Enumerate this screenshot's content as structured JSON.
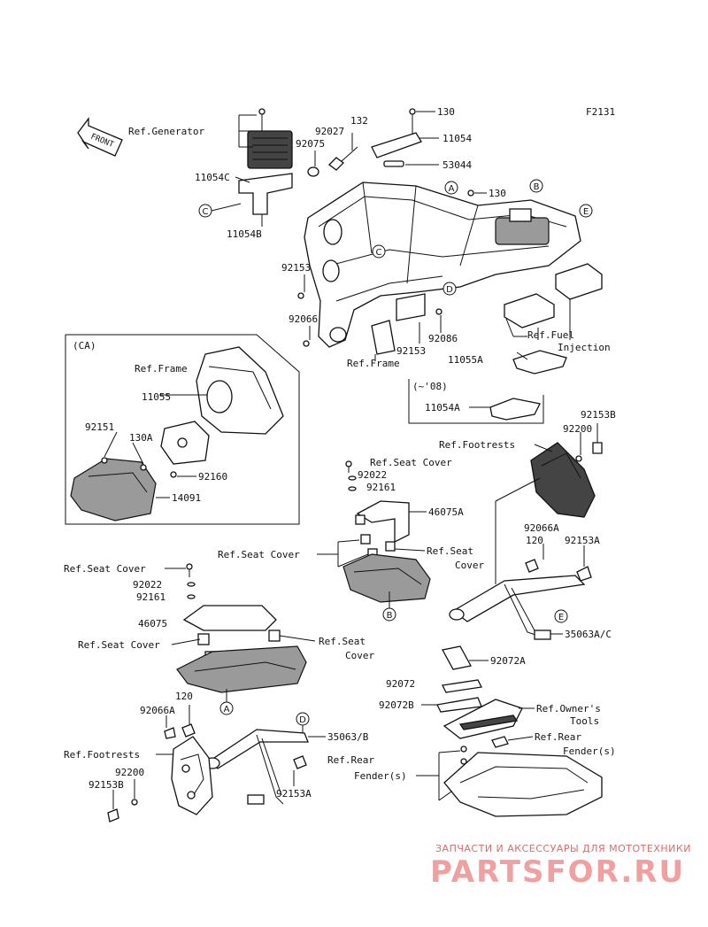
{
  "figure_code": "F2131",
  "front_label": "FRONT",
  "inset": {
    "label": "(CA)"
  },
  "sub_label": "(~'08)",
  "watermark": {
    "top_line": "ЗАПЧАСТИ И АКСЕССУАРЫ ДЛЯ МОТОТЕХНИКИ",
    "logo": "PARTSFOR.RU"
  },
  "callouts": {
    "130_top": "130",
    "132": "132",
    "92027": "92027",
    "92075": "92075",
    "11054": "11054",
    "53044": "53044",
    "ref_generator": "Ref.Generator",
    "11054c": "11054C",
    "11054b": "11054B",
    "130_mid": "130",
    "92153_a": "92153",
    "92066": "92066",
    "92153_b": "92153",
    "ref_frame_1": "Ref.Frame",
    "92086": "92086",
    "11055a": "11055A",
    "ref_fuel_1": "Ref.Fuel",
    "ref_fuel_2": "Injection",
    "ref_frame_2": "Ref.Frame",
    "11055": "11055",
    "92151": "92151",
    "130a": "130A",
    "92160": "92160",
    "14091": "14091",
    "11054a": "11054A",
    "92153b_r": "92153B",
    "92200_r": "92200",
    "ref_footrests_r": "Ref.Footrests",
    "ref_seat_cover_1": "Ref.Seat Cover",
    "92022_r": "92022",
    "92161_r": "92161",
    "46075a": "46075A",
    "ref_seat_cover_2": "Ref.Seat Cover",
    "ref_seat_cover_3a": "Ref.Seat",
    "ref_seat_cover_3b": "Cover",
    "92066a": "92066A",
    "120_r": "120",
    "92153a_r": "92153A",
    "35063ac": "35063A/C",
    "ref_seat_cover_4": "Ref.Seat Cover",
    "92022_l": "92022",
    "92161_l": "92161",
    "46075": "46075",
    "ref_seat_cover_5": "Ref.Seat Cover",
    "ref_seat_cover_6a": "Ref.Seat",
    "ref_seat_cover_6b": "Cover",
    "92072a": "92072A",
    "92072": "92072",
    "92072b": "92072B",
    "ref_owners_1": "Ref.Owner's",
    "ref_owners_2": "Tools",
    "ref_rear_fender_1a": "Ref.Rear",
    "ref_rear_fender_1b": "Fender(s)",
    "120_l": "120",
    "92066a_l": "92066A",
    "35063b": "35063/B",
    "ref_footrests_l": "Ref.Footrests",
    "92200_l": "92200",
    "92153b_l": "92153B",
    "92153a_l": "92153A",
    "ref_rear_fender_2a": "Ref.Rear",
    "ref_rear_fender_2b": "Fender(s)"
  },
  "markers": {
    "a": "A",
    "b": "B",
    "c": "C",
    "d": "D",
    "e": "E"
  }
}
